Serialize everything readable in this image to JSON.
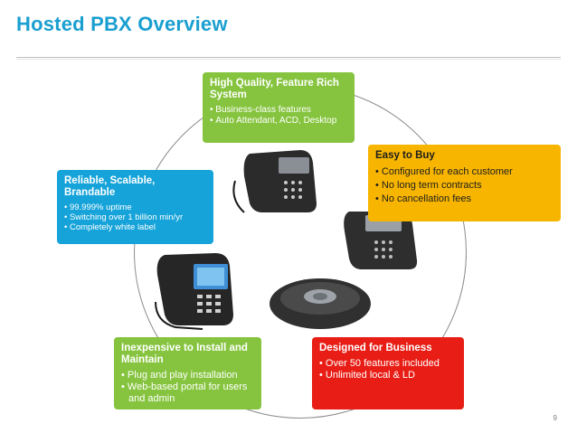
{
  "slide": {
    "title": "Hosted PBX Overview",
    "page_number": "9"
  },
  "boxes": {
    "quality": {
      "heading": "High Quality, Feature Rich System",
      "items": [
        "Business-class features",
        "Auto Attendant, ACD, Desktop"
      ]
    },
    "easy": {
      "heading": "Easy to Buy",
      "items": [
        "Configured for each customer",
        "No long term contracts",
        "No cancellation fees"
      ]
    },
    "reliable": {
      "heading": "Reliable, Scalable, Brandable",
      "items": [
        "99.999% uptime",
        "Switching over 1 billion min/yr",
        "Completely white label"
      ]
    },
    "inexpensive": {
      "heading": "Inexpensive to Install and Maintain",
      "items": [
        "Plug and play installation",
        "Web-based portal for users and admin"
      ]
    },
    "business": {
      "heading": "Designed for Business",
      "items": [
        "Over 50 features included",
        "Unlimited local & LD"
      ]
    }
  },
  "colors": {
    "title_blue": "#1a9fd0",
    "green": "#86c43f",
    "yellow": "#f7b500",
    "blue": "#15a3d9",
    "red": "#e81e16"
  }
}
